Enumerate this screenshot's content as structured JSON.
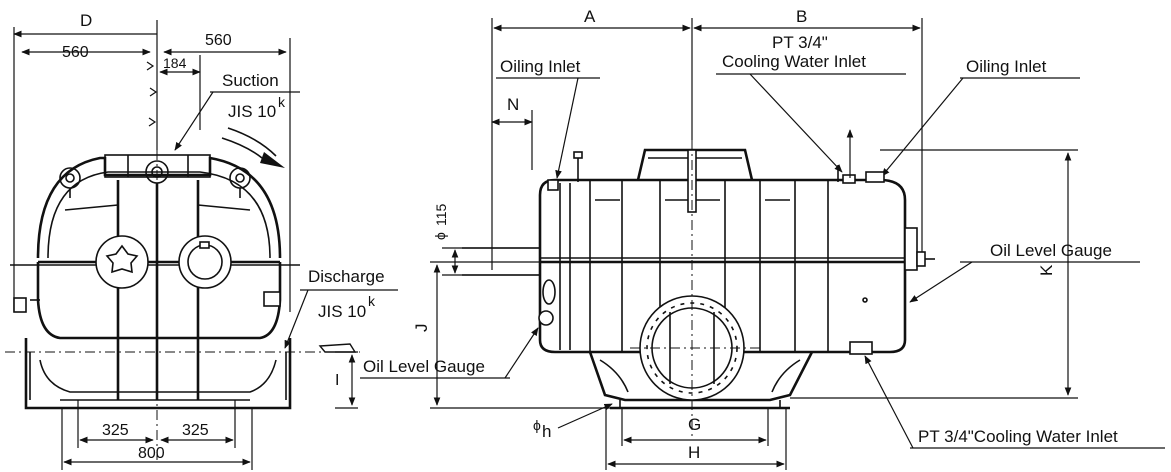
{
  "dimensions": {
    "D": "D",
    "w560_left": "560",
    "w560_right": "560",
    "w184": "184",
    "w325_left": "325",
    "w325_right": "325",
    "w800": "800",
    "I": "I",
    "A": "A",
    "B": "B",
    "N": "N",
    "phi115": "115",
    "J": "J",
    "K": "K",
    "G": "G",
    "H": "H",
    "phi_h": "h",
    "phi_symbol": "ϕ"
  },
  "labels": {
    "suction": "Suction",
    "suction_std": "JIS 10",
    "suction_sup": "k",
    "discharge": "Discharge",
    "discharge_std": "JIS 10",
    "discharge_sup": "k",
    "oil_level_gauge_left": "Oil Level Gauge",
    "oiling_inlet_left": "Oiling Inlet",
    "pt34": "PT 3/4\"",
    "cooling_water_inlet_top": "Cooling Water Inlet",
    "oiling_inlet_right": "Oiling Inlet",
    "oil_level_gauge_right": "Oil Level Gauge",
    "pt34_cooling_bottom": "PT 3/4\"Cooling Water Inlet"
  }
}
